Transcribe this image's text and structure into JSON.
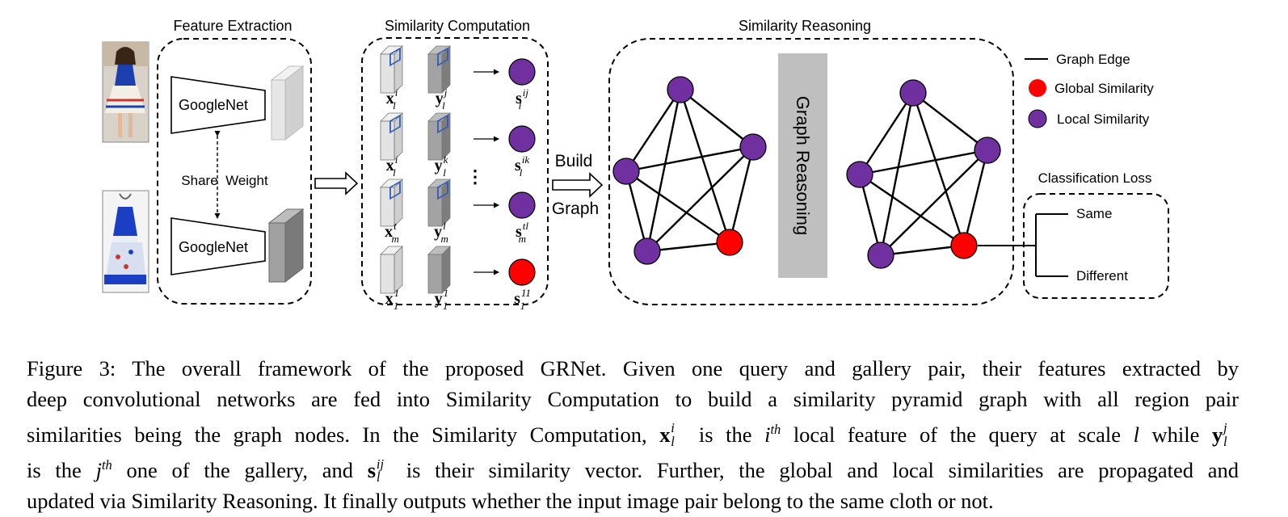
{
  "sections": {
    "feature_extraction": "Feature Extraction",
    "similarity_computation": "Similarity Computation",
    "similarity_reasoning": "Similarity Reasoning",
    "classification_loss": "Classification Loss"
  },
  "feature_extraction": {
    "backbone_top": "GoogleNet",
    "backbone_bottom": "GoogleNet",
    "share_weight": "Share  Weight"
  },
  "similarity_computation": {
    "rows": [
      {
        "x_base": "x",
        "x_sup": "i",
        "x_sub": "l",
        "y_base": "y",
        "y_sup": "j",
        "y_sub": "l",
        "s_base": "s",
        "s_sup": "ij",
        "s_sub": "l",
        "node": "local"
      },
      {
        "x_base": "x",
        "x_sup": "i",
        "x_sub": "l",
        "y_base": "y",
        "y_sup": "k",
        "y_sub": "l",
        "s_base": "s",
        "s_sup": "ik",
        "s_sub": "l",
        "node": "local"
      },
      {
        "x_base": "x",
        "x_sup": "t",
        "x_sub": "m",
        "y_base": "y",
        "y_sup": "l",
        "y_sub": "m",
        "s_base": "s",
        "s_sup": "tl",
        "s_sub": "m",
        "node": "local"
      },
      {
        "x_base": "x",
        "x_sup": "1",
        "x_sub": "1",
        "y_base": "y",
        "y_sup": "1",
        "y_sub": "1",
        "s_base": "s",
        "s_sup": "11",
        "s_sub": "1",
        "node": "global"
      }
    ],
    "ellipsis": "⋮"
  },
  "build_graph": {
    "line1": "Build",
    "line2": "Graph"
  },
  "graph_reasoning_label": "Graph Reasoning",
  "legend": {
    "graph_edge": "Graph Edge",
    "global_similarity": "Global Similarity",
    "local_similarity": "Local Similarity"
  },
  "classification": {
    "same": "Same",
    "different": "Different"
  },
  "colors": {
    "local_node": "#7030a0",
    "global_node": "#ff0000",
    "graph_reasoning_bar": "#bfbfbf",
    "feature_light": "#e6e6e6",
    "feature_dark": "#a0a0a0",
    "region_box": "#2e5cb8",
    "dress_blue": "#1a3fc4"
  },
  "caption": {
    "l1": "Figure 3:  The overall framework of the proposed GRNet.  Given one query and gallery pair, their features extracted by",
    "l2": "deep convolutional networks are fed into Similarity Computation to build a similarity pyramid graph with all region pair",
    "l3a": "similarities being the graph nodes. In the Similarity Computation,",
    "x_base": "x",
    "x_sup": "i",
    "x_sub": "l",
    "l3b": "is the",
    "ith_base": "i",
    "ith_sup": "th",
    "l3c": "local feature of the query at scale",
    "l_var": "l",
    "l3d": "while",
    "y_base": "y",
    "y_sup": "j",
    "y_sub": "l",
    "l4a": "is the",
    "jth_base": "j",
    "jth_sup": "th",
    "l4b": "one of the gallery, and",
    "s_base": "s",
    "s_sup": "ij",
    "s_sub": "l",
    "l4c": "is their similarity vector. Further, the global and local similarities are propagated and",
    "l5": "updated via Similarity Reasoning. It finally outputs whether the input image pair belong to the same cloth or not."
  }
}
